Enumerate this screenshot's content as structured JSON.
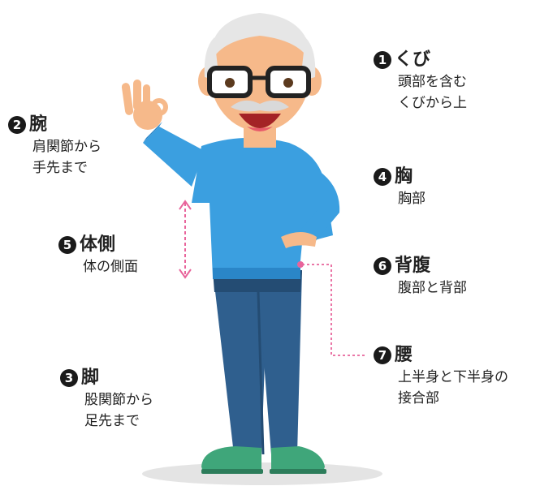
{
  "labels": [
    {
      "num": "1",
      "title": "くび",
      "lines": [
        "頭部を含む",
        "くびから上"
      ]
    },
    {
      "num": "2",
      "title": "腕",
      "lines": [
        "肩関節から",
        "手先まで"
      ]
    },
    {
      "num": "3",
      "title": "脚",
      "lines": [
        "股関節から",
        "足先まで"
      ]
    },
    {
      "num": "4",
      "title": "胸",
      "lines": [
        "胸部"
      ]
    },
    {
      "num": "5",
      "title": "体側",
      "lines": [
        "体の側面"
      ]
    },
    {
      "num": "6",
      "title": "背腹",
      "lines": [
        "腹部と背部"
      ]
    },
    {
      "num": "7",
      "title": "腰",
      "lines": [
        "上半身と下半身の",
        "接合部"
      ]
    }
  ],
  "colors": {
    "shirt": "#3b9fe0",
    "shirt_dark": "#2a86c8",
    "pants": "#2f5f8e",
    "pants_dark": "#244c73",
    "skin": "#f6b98a",
    "hair": "#e6e6e6",
    "glasses": "#222222",
    "shoe": "#3fa67a",
    "shadow": "#e4e4e4",
    "accent_pink": "#e8649b"
  }
}
